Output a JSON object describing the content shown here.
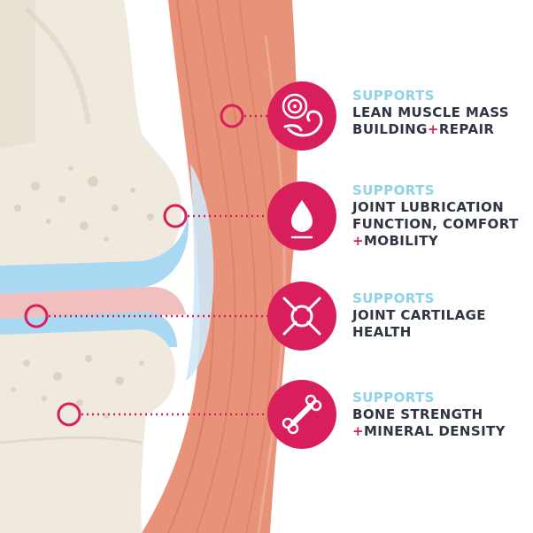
{
  "colors": {
    "accent": "#d81e5b",
    "supports_text": "#8fd3e6",
    "body_text": "#2f3542",
    "bone": "#efe9de",
    "cartilage": "#a9d9f2",
    "muscle": "#e9927a"
  },
  "benefits": [
    {
      "icon": "muscle-target-icon",
      "supports": "SUPPORTS",
      "line1": "LEAN MUSCLE MASS",
      "line2a": "BUILDING",
      "plus2": "+",
      "line2b": "REPAIR"
    },
    {
      "icon": "droplet-icon",
      "supports": "SUPPORTS",
      "line1": "JOINT LUBRICATION",
      "line2": "FUNCTION, COMFORT",
      "plus3": "+",
      "line3": "MOBILITY"
    },
    {
      "icon": "cartilage-joint-icon",
      "supports": "SUPPORTS",
      "line1": "JOINT CARTILAGE",
      "line2": "HEALTH"
    },
    {
      "icon": "bone-icon",
      "supports": "SUPPORTS",
      "line1": "BONE STRENGTH",
      "plus2": "+",
      "line2": "MINERAL DENSITY"
    }
  ]
}
